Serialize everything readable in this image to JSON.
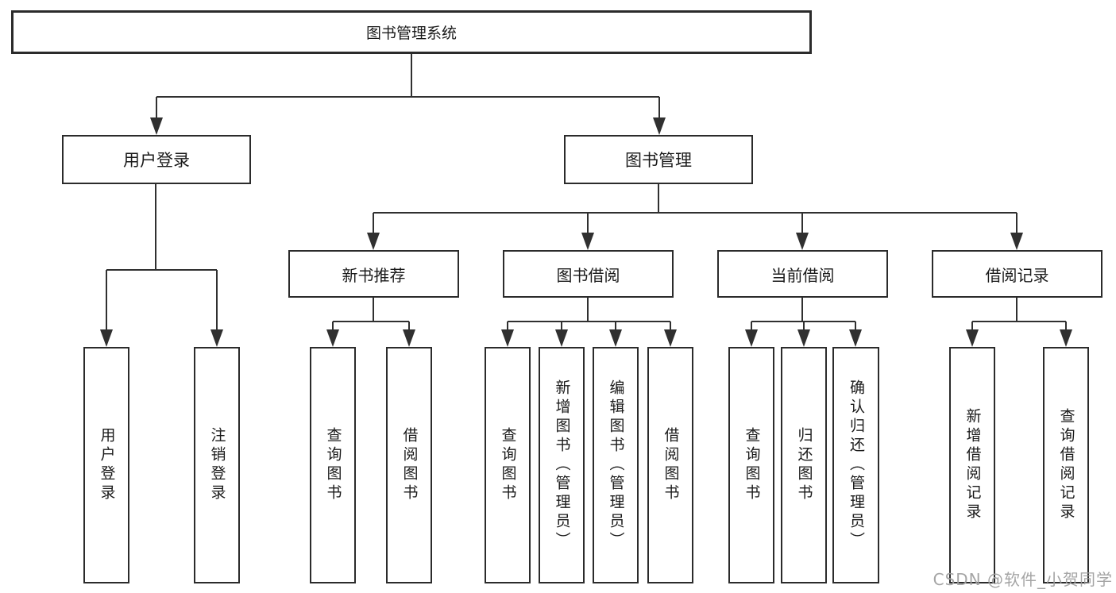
{
  "tree": {
    "root": {
      "label": "图书管理系统",
      "children": [
        {
          "label": "用户登录",
          "children": [
            {
              "label": "用户登录"
            },
            {
              "label": "注销登录"
            }
          ]
        },
        {
          "label": "图书管理",
          "children": [
            {
              "label": "新书推荐",
              "children": [
                {
                  "label": "查询图书"
                },
                {
                  "label": "借阅图书"
                }
              ]
            },
            {
              "label": "图书借阅",
              "children": [
                {
                  "label": "查询图书"
                },
                {
                  "label": "新增图书（管理员）"
                },
                {
                  "label": "编辑图书（管理员）"
                },
                {
                  "label": "借阅图书"
                }
              ]
            },
            {
              "label": "当前借阅",
              "children": [
                {
                  "label": "查询图书"
                },
                {
                  "label": "归还图书"
                },
                {
                  "label": "确认归还（管理员）"
                }
              ]
            },
            {
              "label": "借阅记录",
              "children": [
                {
                  "label": "新增借阅记录"
                },
                {
                  "label": "查询借阅记录"
                }
              ]
            }
          ]
        }
      ]
    }
  },
  "watermark": {
    "text": "CSDN @软件_小贺同学",
    "color": "#9e9e9e"
  },
  "colors": {
    "line": "#303030",
    "box_border": "#2b2b2b",
    "text": "#1a1a1a",
    "background": "#ffffff"
  }
}
